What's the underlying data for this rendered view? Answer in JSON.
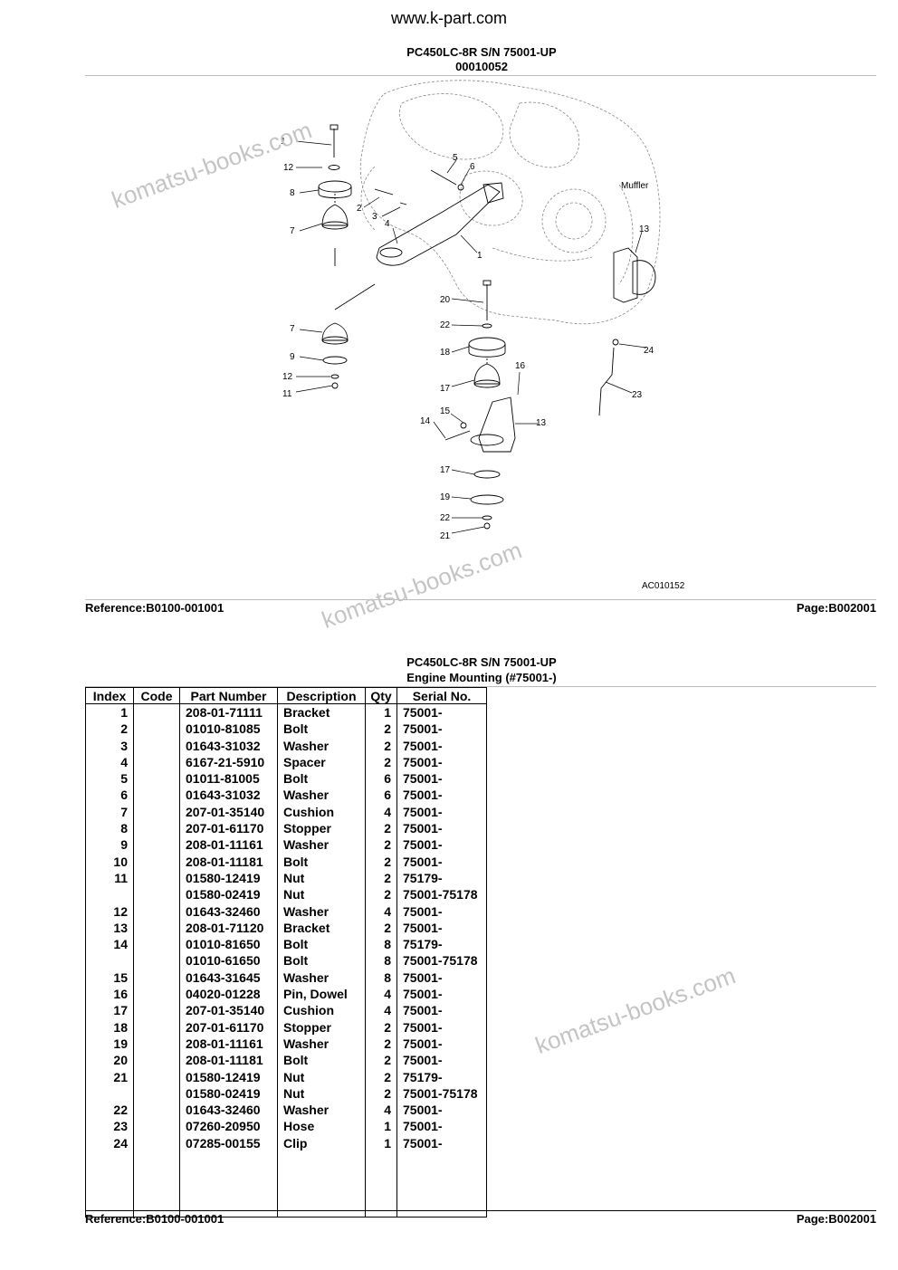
{
  "site": "www.k-part.com",
  "page1": {
    "model": "PC450LC-8R S/N 75001-UP",
    "figure_number": "00010052",
    "reference": "Reference:B0100-001001",
    "page": "Page:B002001",
    "drawing_code": "AC010152",
    "callouts": [
      "1",
      "2",
      "3",
      "4",
      "5",
      "6",
      "7",
      "8",
      "10",
      "12",
      "13",
      "7",
      "9",
      "12",
      "11",
      "20",
      "22",
      "18",
      "16",
      "17",
      "15",
      "14",
      "13",
      "17",
      "19",
      "22",
      "21",
      "24",
      "23"
    ]
  },
  "page2": {
    "model": "PC450LC-8R S/N 75001-UP",
    "title": "Engine Mounting (#75001-)",
    "reference": "Reference:B0100-001001",
    "page": "Page:B002001",
    "columns": [
      "Index",
      "Code",
      "Part Number",
      "Description",
      "Qty",
      "Serial No."
    ],
    "rows": [
      {
        "index": "1",
        "code": "",
        "part": "208-01-71111",
        "desc": "Bracket",
        "qty": "1",
        "serial": "75001-"
      },
      {
        "index": "2",
        "code": "",
        "part": "01010-81085",
        "desc": "Bolt",
        "qty": "2",
        "serial": "75001-"
      },
      {
        "index": "3",
        "code": "",
        "part": "01643-31032",
        "desc": "Washer",
        "qty": "2",
        "serial": "75001-"
      },
      {
        "index": "4",
        "code": "",
        "part": "6167-21-5910",
        "desc": "Spacer",
        "qty": "2",
        "serial": "75001-"
      },
      {
        "index": "5",
        "code": "",
        "part": "01011-81005",
        "desc": "Bolt",
        "qty": "6",
        "serial": "75001-"
      },
      {
        "index": "6",
        "code": "",
        "part": "01643-31032",
        "desc": "Washer",
        "qty": "6",
        "serial": "75001-"
      },
      {
        "index": "7",
        "code": "",
        "part": "207-01-35140",
        "desc": "Cushion",
        "qty": "4",
        "serial": "75001-"
      },
      {
        "index": "8",
        "code": "",
        "part": "207-01-61170",
        "desc": "Stopper",
        "qty": "2",
        "serial": "75001-"
      },
      {
        "index": "9",
        "code": "",
        "part": "208-01-11161",
        "desc": "Washer",
        "qty": "2",
        "serial": "75001-"
      },
      {
        "index": "10",
        "code": "",
        "part": "208-01-11181",
        "desc": "Bolt",
        "qty": "2",
        "serial": "75001-"
      },
      {
        "index": "11",
        "code": "",
        "part": "01580-12419",
        "desc": "Nut",
        "qty": "2",
        "serial": "75179-"
      },
      {
        "index": "",
        "code": "",
        "part": "01580-02419",
        "desc": "Nut",
        "qty": "2",
        "serial": "75001-75178"
      },
      {
        "index": "12",
        "code": "",
        "part": "01643-32460",
        "desc": "Washer",
        "qty": "4",
        "serial": "75001-"
      },
      {
        "index": "13",
        "code": "",
        "part": "208-01-71120",
        "desc": "Bracket",
        "qty": "2",
        "serial": "75001-"
      },
      {
        "index": "14",
        "code": "",
        "part": "01010-81650",
        "desc": "Bolt",
        "qty": "8",
        "serial": "75179-"
      },
      {
        "index": "",
        "code": "",
        "part": "01010-61650",
        "desc": "Bolt",
        "qty": "8",
        "serial": "75001-75178"
      },
      {
        "index": "15",
        "code": "",
        "part": "01643-31645",
        "desc": "Washer",
        "qty": "8",
        "serial": "75001-"
      },
      {
        "index": "16",
        "code": "",
        "part": "04020-01228",
        "desc": "Pin, Dowel",
        "qty": "4",
        "serial": "75001-"
      },
      {
        "index": "17",
        "code": "",
        "part": "207-01-35140",
        "desc": "Cushion",
        "qty": "4",
        "serial": "75001-"
      },
      {
        "index": "18",
        "code": "",
        "part": "207-01-61170",
        "desc": "Stopper",
        "qty": "2",
        "serial": "75001-"
      },
      {
        "index": "19",
        "code": "",
        "part": "208-01-11161",
        "desc": "Washer",
        "qty": "2",
        "serial": "75001-"
      },
      {
        "index": "20",
        "code": "",
        "part": "208-01-11181",
        "desc": "Bolt",
        "qty": "2",
        "serial": "75001-"
      },
      {
        "index": "21",
        "code": "",
        "part": "01580-12419",
        "desc": "Nut",
        "qty": "2",
        "serial": "75179-"
      },
      {
        "index": "",
        "code": "",
        "part": "01580-02419",
        "desc": "Nut",
        "qty": "2",
        "serial": "75001-75178"
      },
      {
        "index": "22",
        "code": "",
        "part": "01643-32460",
        "desc": "Washer",
        "qty": "4",
        "serial": "75001-"
      },
      {
        "index": "23",
        "code": "",
        "part": "07260-20950",
        "desc": "Hose",
        "qty": "1",
        "serial": "75001-"
      },
      {
        "index": "24",
        "code": "",
        "part": "07285-00155",
        "desc": "Clip",
        "qty": "1",
        "serial": "75001-"
      }
    ]
  },
  "watermark": "komatsu-books.com",
  "diagram_label": "Muffler"
}
